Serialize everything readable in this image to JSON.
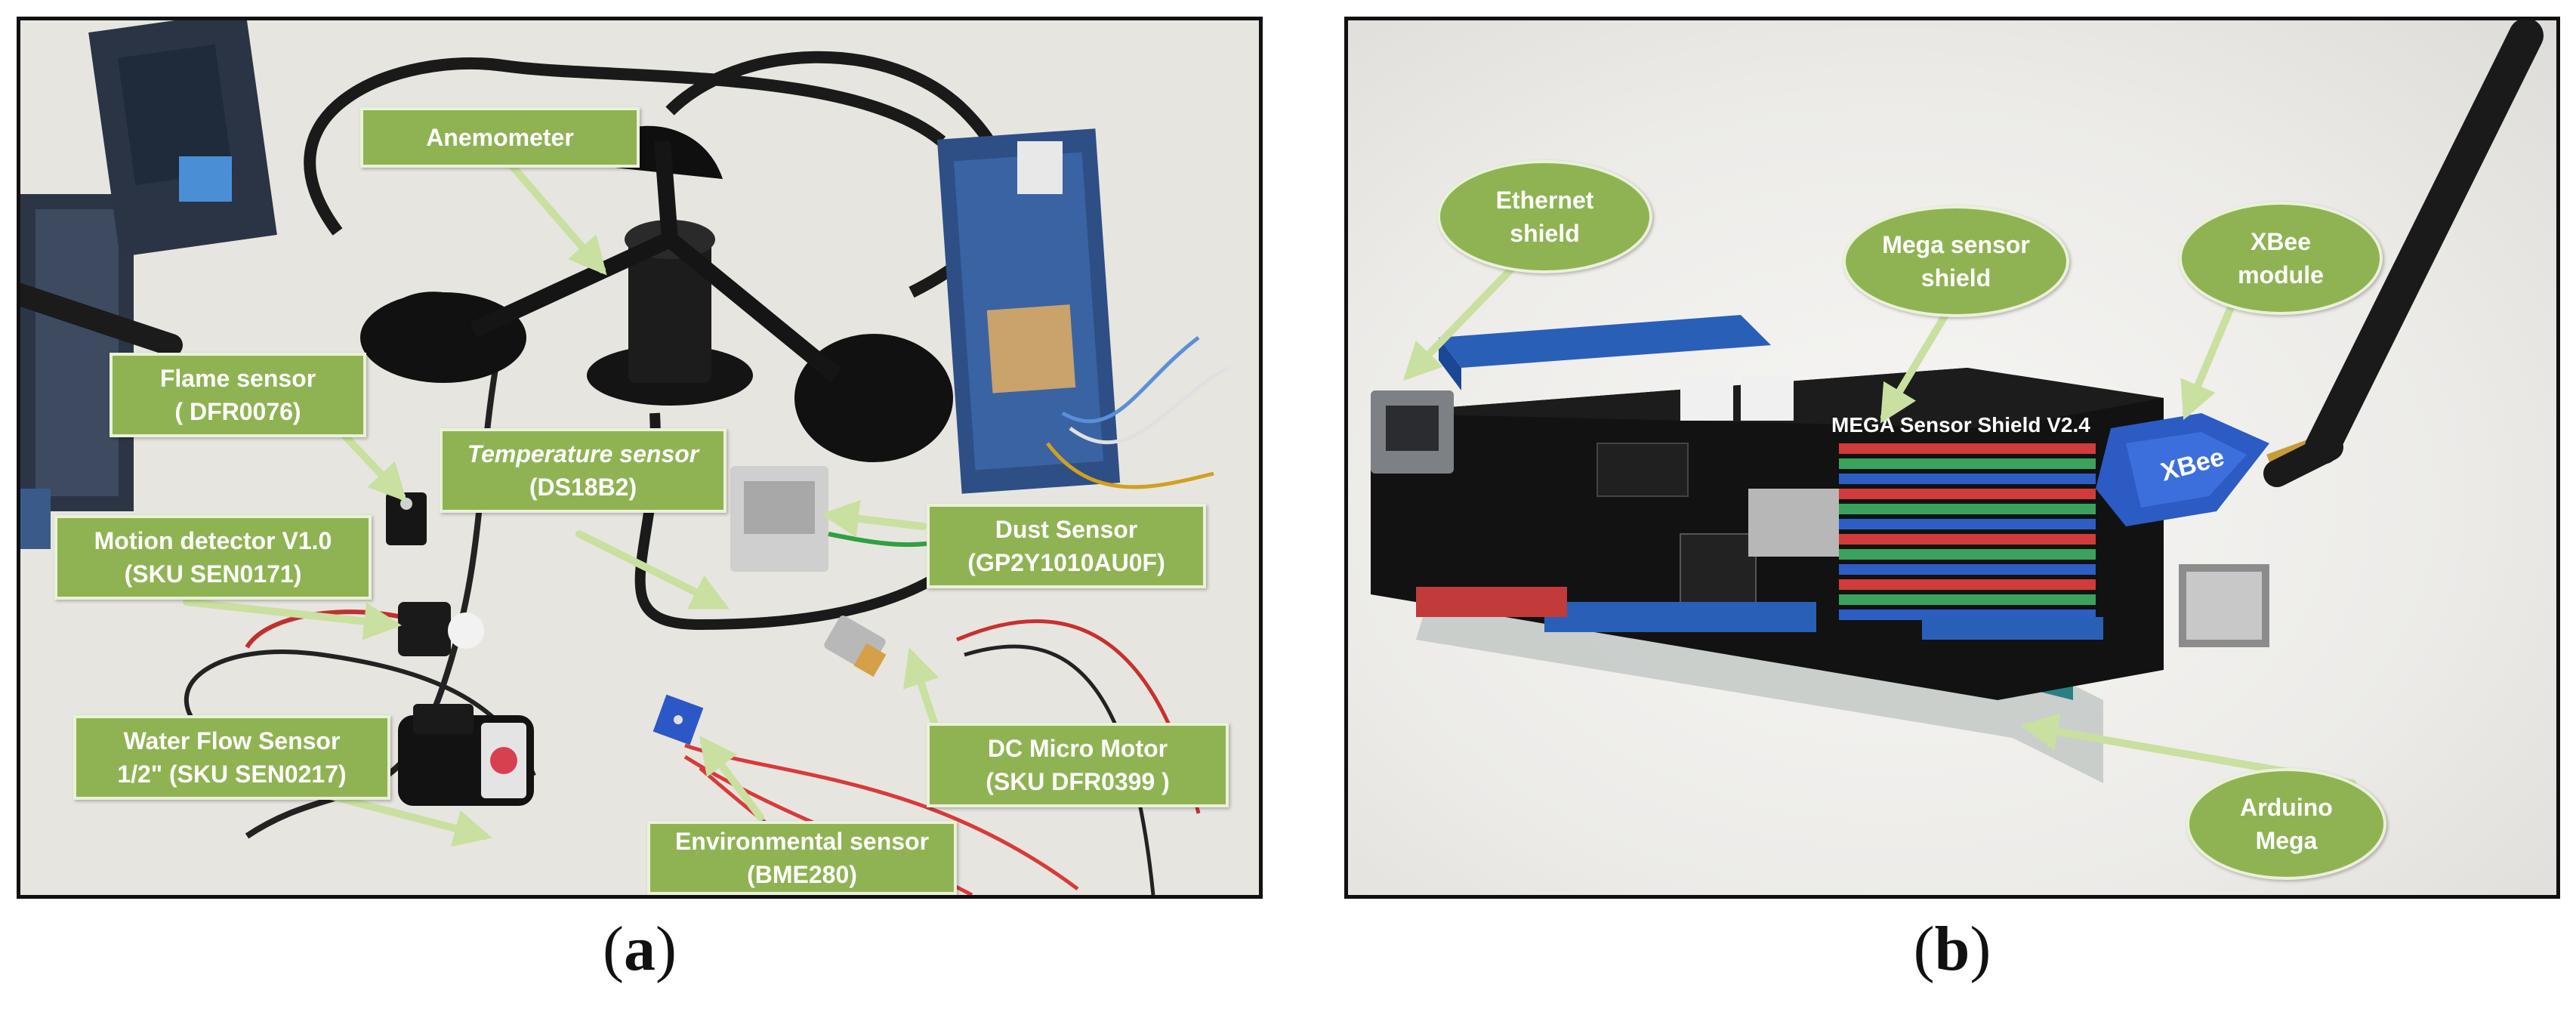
{
  "panel_a": {
    "caption_letter": "a",
    "labels": {
      "anemometer": [
        "Anemometer"
      ],
      "flame_sensor": [
        "Flame sensor",
        "( DFR0076)"
      ],
      "temperature_sensor": [
        "Temperature sensor",
        "(DS18B2)"
      ],
      "motion_detector": [
        "Motion detector V1.0",
        "(SKU SEN0171)"
      ],
      "dust_sensor": [
        "Dust Sensor",
        "(GP2Y1010AU0F)"
      ],
      "water_flow_sensor": [
        "Water Flow Sensor",
        "1/2\" (SKU SEN0217)"
      ],
      "dc_micro_motor": [
        "DC Micro Motor",
        "(SKU DFR0399 )"
      ],
      "environmental_sensor": [
        "Environmental sensor",
        "(BME280)"
      ]
    }
  },
  "panel_b": {
    "caption_letter": "b",
    "board_silkscreen": "MEGA Sensor Shield V2.4",
    "xbee_marking": "XBee",
    "labels": {
      "ethernet_shield": [
        "Ethernet",
        "shield"
      ],
      "mega_sensor_shield": [
        "Mega sensor",
        "shield"
      ],
      "xbee_module": [
        "XBee",
        "module"
      ],
      "arduino_mega": [
        "Arduino",
        "Mega"
      ]
    }
  },
  "colors": {
    "label_fill": "#8fb352",
    "label_border": "#e9f2d8",
    "label_text": "#ffffff",
    "frame": "#111111"
  }
}
